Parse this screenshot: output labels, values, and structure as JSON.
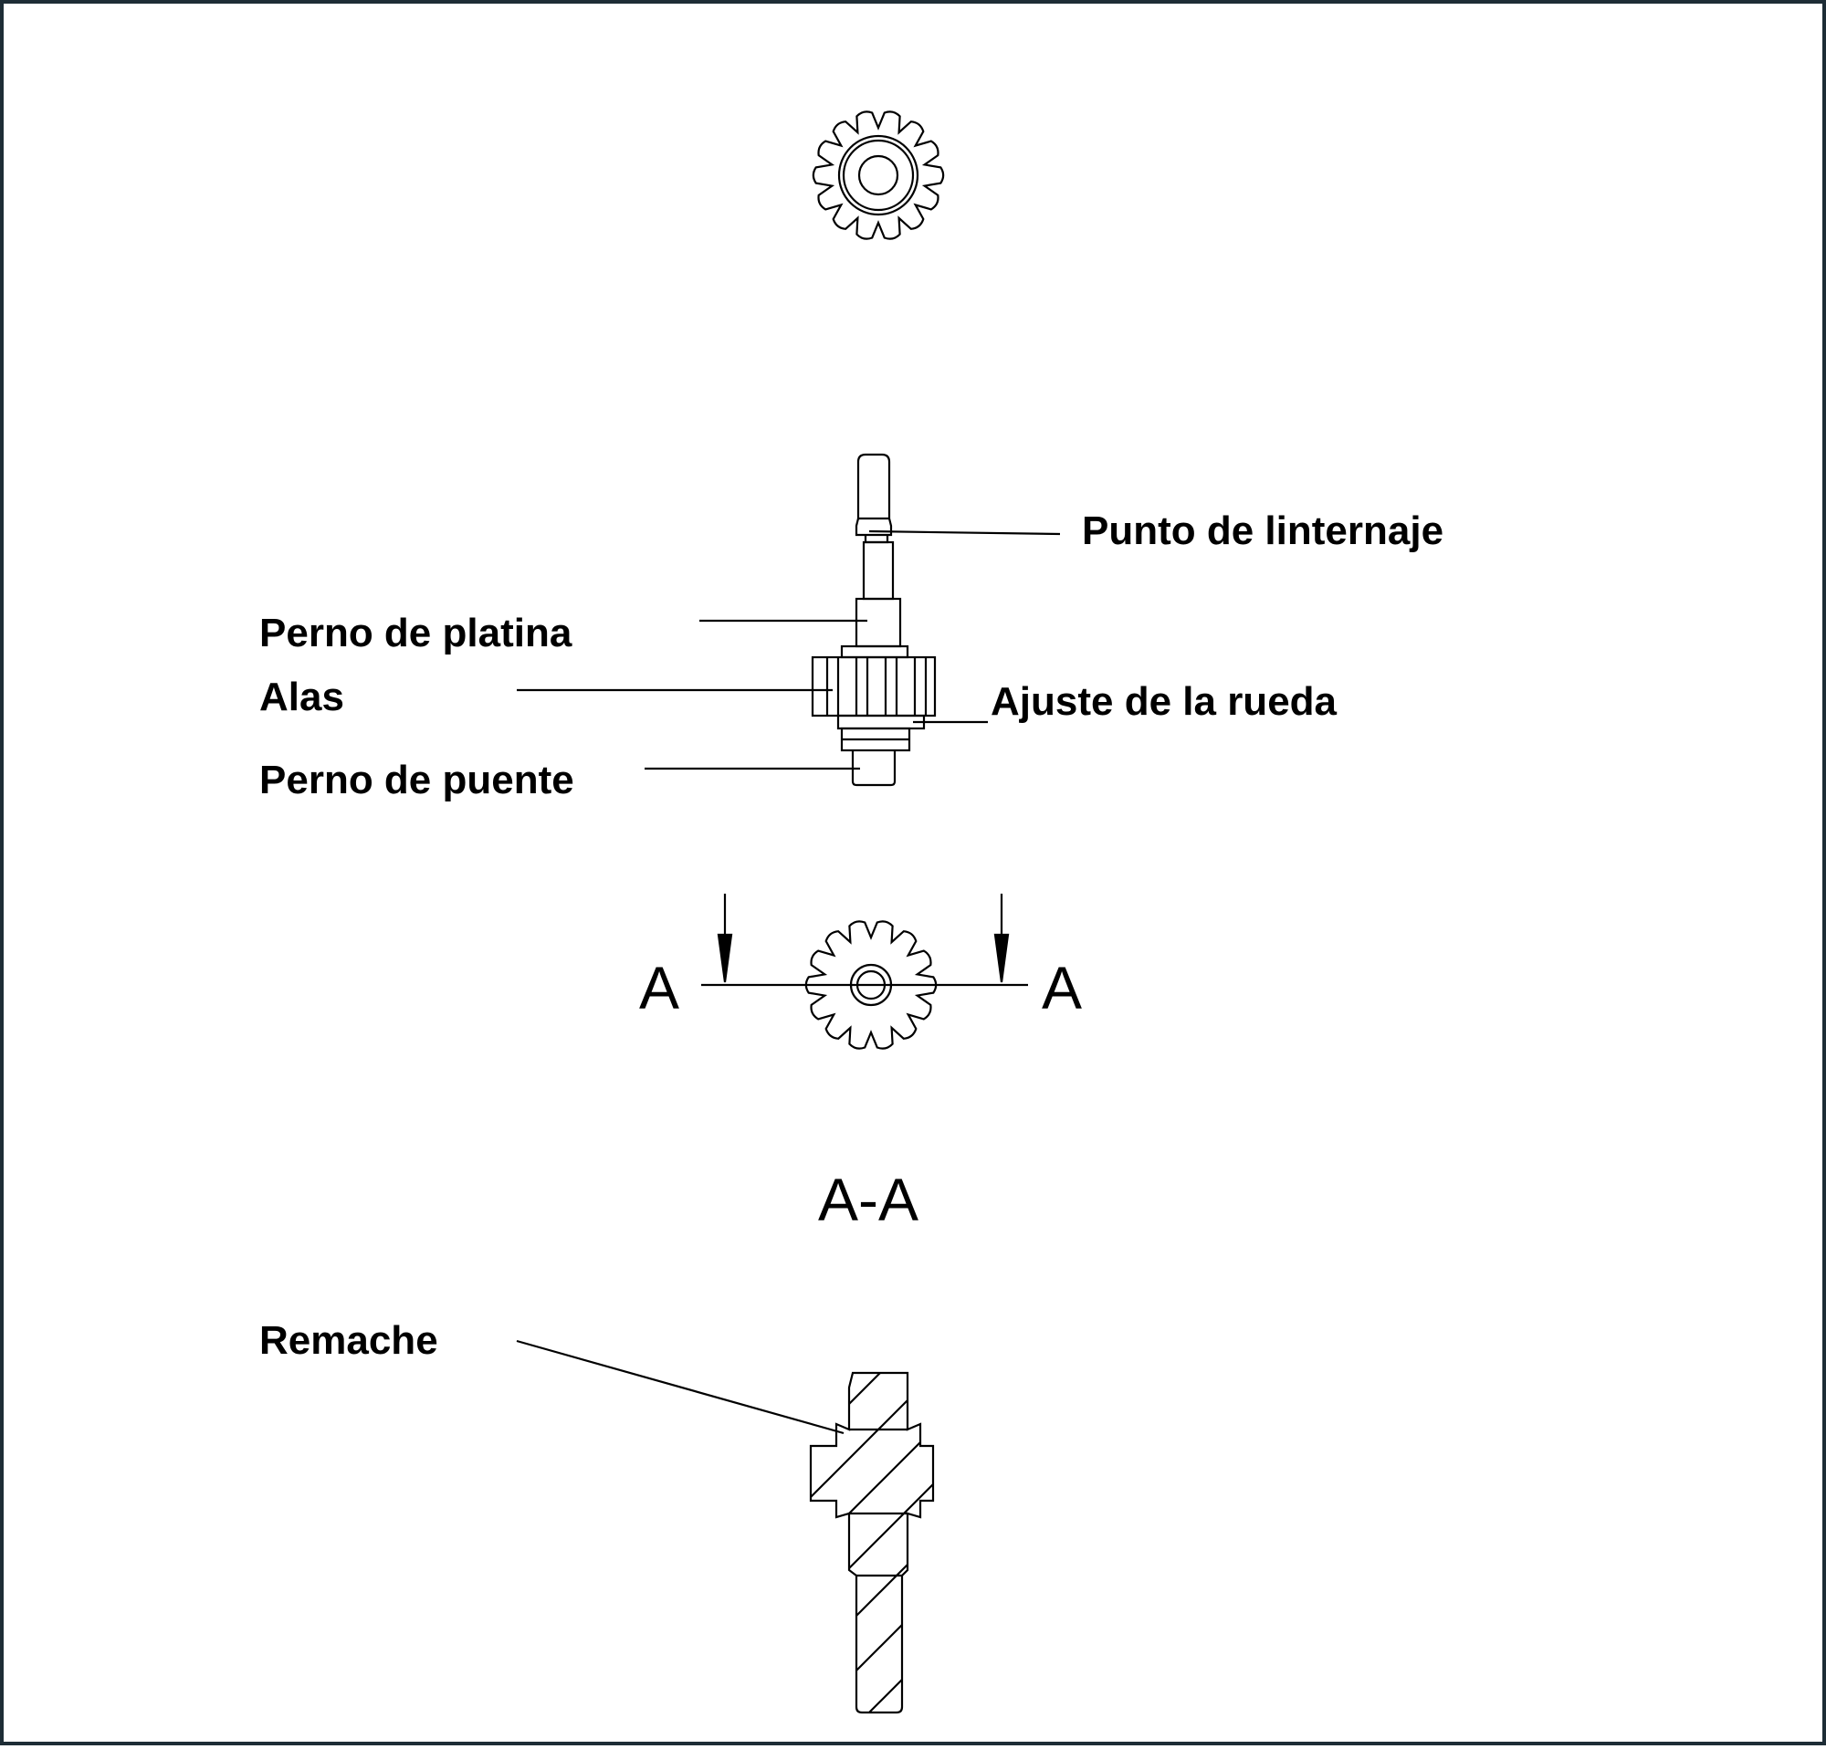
{
  "labels": {
    "punto_linternaje": "Punto de linternaje",
    "perno_platina": "Perno de platina",
    "alas": "Alas",
    "ajuste_rueda": "Ajuste de la rueda",
    "perno_puente": "Perno de puente",
    "remache": "Remache"
  },
  "section": {
    "marker_left": "A",
    "marker_right": "A",
    "title": "A-A"
  },
  "colors": {
    "line": "#000000",
    "frame": "#1e2d36",
    "background": "#ffffff"
  }
}
